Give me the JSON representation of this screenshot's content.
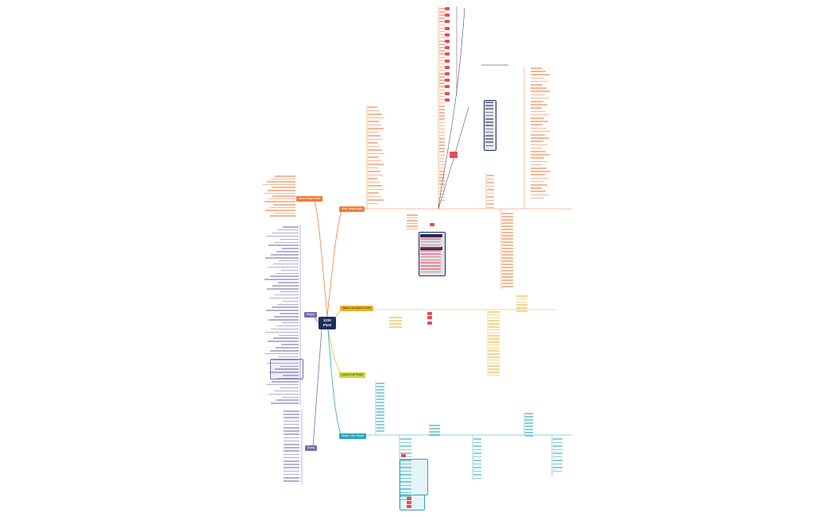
{
  "central": {
    "line1": "123X",
    "line2": "Pixel"
  },
  "branches": {
    "orange_small": "Ahbm Nrqw Gkvt",
    "orange_main": "Vrzk Tmqp Bwjn",
    "purple": "Ktqmv",
    "yellow_main": "Qwnk Ltrv Bpmz Gxhd",
    "yellow_sub": "Lmzq Tvrk Pwnb",
    "blue_main": "Nhqw Tzkv Rmpb",
    "purple_bottom": "Zkwq"
  },
  "colors": {
    "orange": "#f07c3a",
    "purple": "#7b6bb0",
    "yellow": "#e7b52c",
    "yellow_green": "#c7d43a",
    "blue": "#2aa5b8",
    "red_tag": "#e84a56",
    "navy": "#1f2d5c"
  }
}
